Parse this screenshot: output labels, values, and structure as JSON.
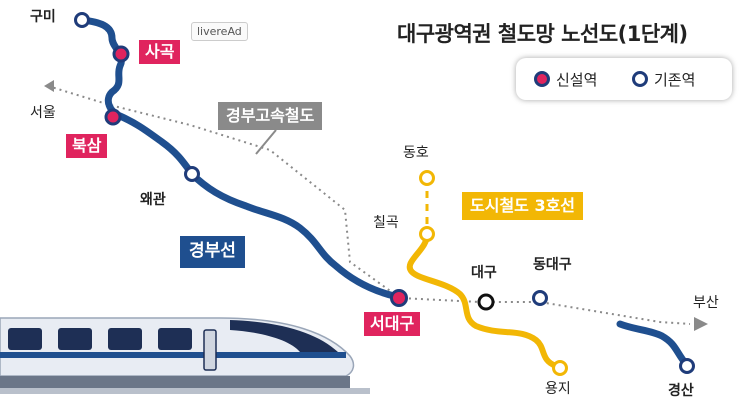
{
  "title": "대구광역권 철도망 노선도(1단계)",
  "ad_label": "livereAd",
  "legend": {
    "new_station": "신설역",
    "existing_station": "기존역"
  },
  "lines": {
    "gyeongbu": "경부선",
    "ktx": "경부고속철도",
    "metro3": "도시철도 3호선"
  },
  "stations": {
    "gumi": "구미",
    "sagok": "사곡",
    "seoul": "서울",
    "buksam": "북삼",
    "waegwan": "왜관",
    "seodaegu": "서대구",
    "daegu": "대구",
    "dongdaegu": "동대구",
    "gyeongsan": "경산",
    "busan": "부산",
    "dongho": "동호",
    "chilgok": "칠곡",
    "yongji": "용지"
  },
  "colors": {
    "gyeongbu": "#1f4f8f",
    "metro3": "#f2b705",
    "new_station": "#e0245e",
    "ktx": "#8a8a8a"
  }
}
